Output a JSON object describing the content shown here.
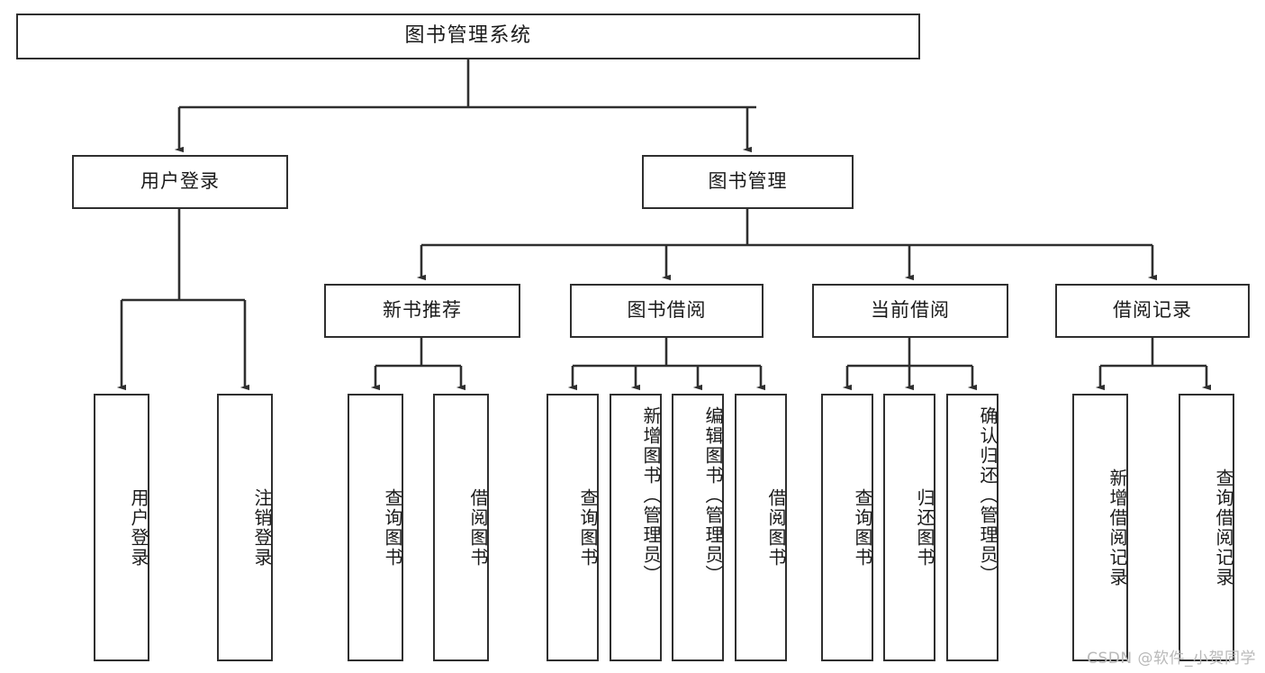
{
  "diagram": {
    "title": "图书管理系统",
    "type": "tree-hierarchy",
    "root": {
      "label": "图书管理系统"
    },
    "level1": [
      {
        "label": "用户登录"
      },
      {
        "label": "图书管理"
      }
    ],
    "level2": [
      {
        "label": "新书推荐"
      },
      {
        "label": "图书借阅"
      },
      {
        "label": "当前借阅"
      },
      {
        "label": "借阅记录"
      }
    ],
    "leaves": {
      "user_login": [
        {
          "label": "用户登录"
        },
        {
          "label": "注销登录"
        }
      ],
      "new_book_recommend": [
        {
          "label": "查询图书"
        },
        {
          "label": "借阅图书"
        }
      ],
      "book_borrow": [
        {
          "label": "查询图书"
        },
        {
          "label": "新增图书（管理员）"
        },
        {
          "label": "编辑图书（管理员）"
        },
        {
          "label": "借阅图书"
        }
      ],
      "current_borrow": [
        {
          "label": "查询图书"
        },
        {
          "label": "归还图书"
        },
        {
          "label": "确认归还（管理员）"
        }
      ],
      "borrow_record": [
        {
          "label": "新增借阅记录"
        },
        {
          "label": "查询借阅记录"
        }
      ]
    }
  },
  "watermark": {
    "text": "CSDN @软件_小贺同学"
  },
  "colors": {
    "stroke": "#2f2f2f",
    "fill": "#ffffff",
    "text": "#1a1a1a",
    "watermark": "#b9b9b9"
  }
}
